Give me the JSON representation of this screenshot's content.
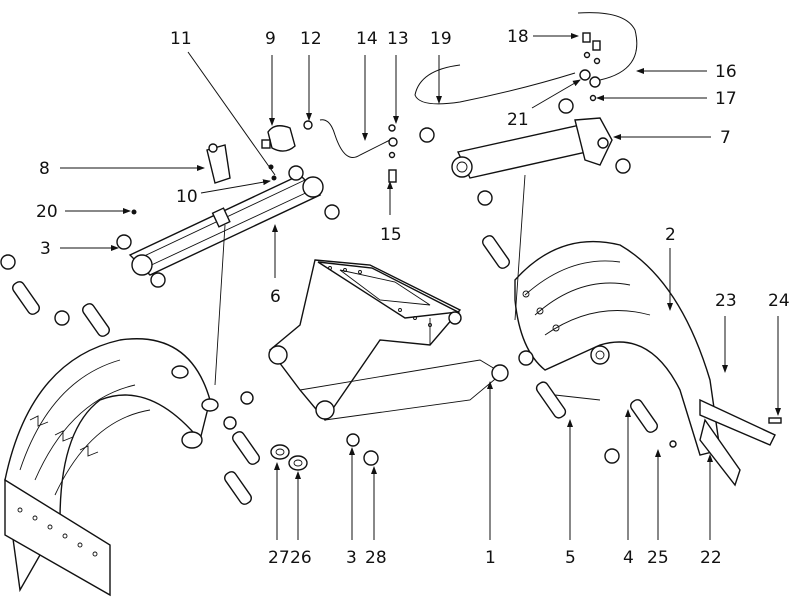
{
  "diagram": {
    "type": "exploded-parts-diagram",
    "callouts": [
      {
        "id": "c1",
        "label": "1"
      },
      {
        "id": "c2",
        "label": "2"
      },
      {
        "id": "c3a",
        "label": "3"
      },
      {
        "id": "c3b",
        "label": "3"
      },
      {
        "id": "c4",
        "label": "4"
      },
      {
        "id": "c5",
        "label": "5"
      },
      {
        "id": "c6",
        "label": "6"
      },
      {
        "id": "c7",
        "label": "7"
      },
      {
        "id": "c8",
        "label": "8"
      },
      {
        "id": "c9",
        "label": "9"
      },
      {
        "id": "c10",
        "label": "10"
      },
      {
        "id": "c11",
        "label": "11"
      },
      {
        "id": "c12",
        "label": "12"
      },
      {
        "id": "c13",
        "label": "13"
      },
      {
        "id": "c14",
        "label": "14"
      },
      {
        "id": "c15",
        "label": "15"
      },
      {
        "id": "c16",
        "label": "16"
      },
      {
        "id": "c17",
        "label": "17"
      },
      {
        "id": "c18",
        "label": "18"
      },
      {
        "id": "c19",
        "label": "19"
      },
      {
        "id": "c20",
        "label": "20"
      },
      {
        "id": "c21",
        "label": "21"
      },
      {
        "id": "c22",
        "label": "22"
      },
      {
        "id": "c23",
        "label": "23"
      },
      {
        "id": "c24",
        "label": "24"
      },
      {
        "id": "c25",
        "label": "25"
      },
      {
        "id": "c26",
        "label": "26"
      },
      {
        "id": "c27",
        "label": "27"
      },
      {
        "id": "c28",
        "label": "28"
      }
    ]
  }
}
